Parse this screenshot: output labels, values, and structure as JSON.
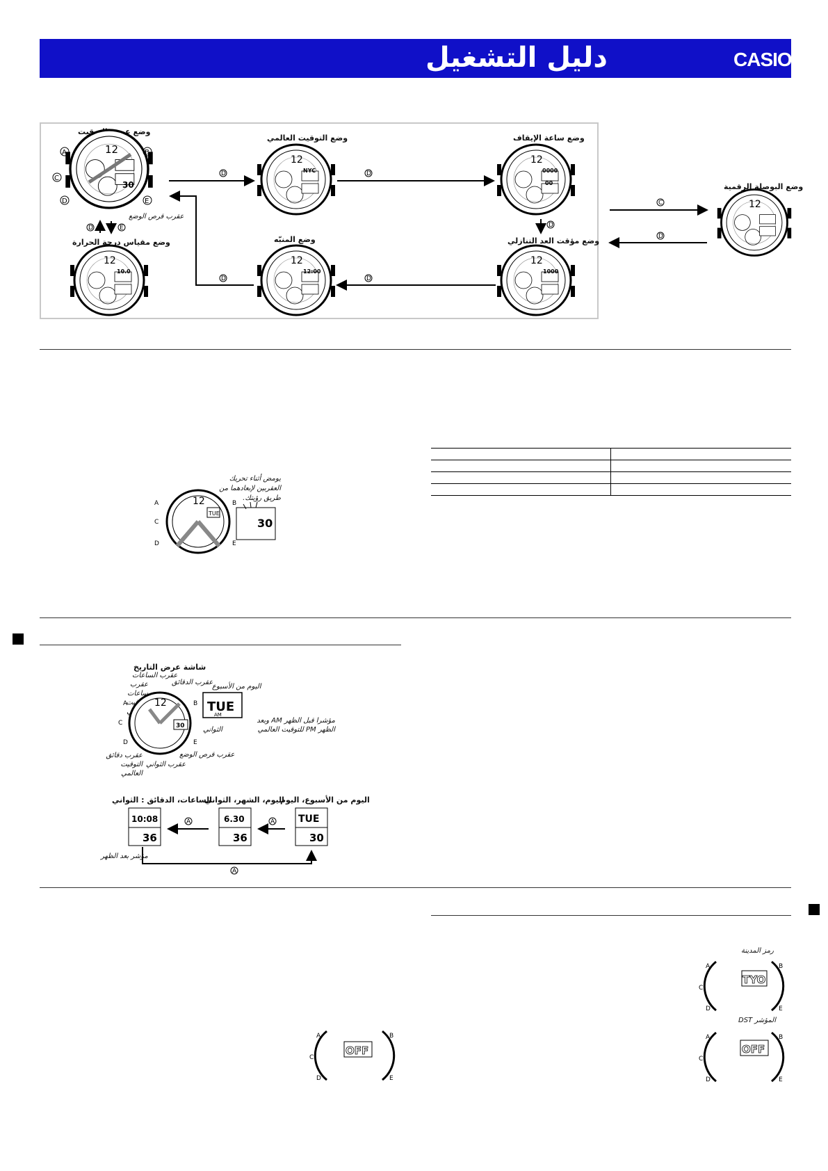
{
  "header": {
    "title": "دليل التشغيل",
    "brand": "CASIO",
    "registered_mark": "®"
  },
  "mode_diagram": {
    "timekeeping": "وضع عرض التوقيت",
    "world_time": "وضع التوقيت العالمي",
    "stopwatch": "وضع ساعة الإيقاف",
    "compass": "وضع البوصلة الرقمية",
    "thermometer": "وضع مقياس درجة الحرارة",
    "alarm": "وضع المنبّه",
    "countdown": "وضع مؤقت العد التنازلي",
    "mode_dial_hand": "عقرب قرص الوضع",
    "btn_a": "A",
    "btn_b": "B",
    "btn_c": "C",
    "btn_d": "D",
    "btn_e": "E",
    "dial_12": "12",
    "lcd_time_seconds": "30",
    "lcd_nyc": "NYC",
    "lcd_stopwatch": "0000",
    "lcd_stopwatch_2": "00",
    "lcd_countdown": "1000",
    "lcd_alarm": "12:00",
    "lcd_thermo": "10.0"
  },
  "section2": {
    "note": "يومض أثناء تحريك العقربين لإبعادهما من طريق رؤيتك.",
    "lcd_day": "TUE",
    "lcd_sec": "30"
  },
  "section3": {
    "title": "شاشة عرض التاريخ",
    "hour_hand": "عقرب الساعات",
    "minute_hand": "عقرب الدقائق",
    "wt_hour_hand": "عقرب ساعات التوقيت العالمي",
    "day_of_week": "اليوم من الأسبوع",
    "ampm_indicator": "مؤشرا قبل الظهر AM وبعد الظهر PM للتوقيت العالمي",
    "seconds": "الثواني",
    "mode_dial_hand": "عقرب قرص الوضع",
    "seconds_hand": "عقرب الثواني",
    "wt_minute_hand": "عقرب دقائق التوقيت العالمي",
    "lcd_day": "TUE",
    "lcd_am": "AM",
    "lcd_sec": "30",
    "screen1_label": "اليوم من الأسبوع، اليوم",
    "screen2_label": "اليوم، الشهر، الثواني",
    "screen3_label": "الساعات، الدقائق : الثواني",
    "screen1_top": "TUE",
    "screen1_bottom": "30",
    "screen2_top": "6.30",
    "screen2_bottom": "36",
    "screen3_top": "10:08",
    "screen3_bottom": "36",
    "pm_indicator": "مؤشر بعد الظهر"
  },
  "section4": {
    "city_code": "رمز المدينة",
    "dst_indicator": "المؤشر DST",
    "lcd_tyo": "TYO",
    "lcd_off": "OFF"
  }
}
